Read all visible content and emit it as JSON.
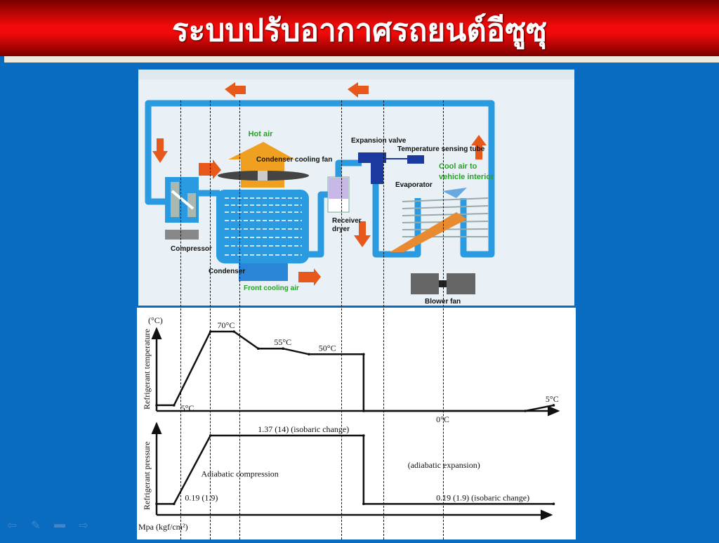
{
  "slide": {
    "title": "ระบบปรับอากาศรถยนต์อีซูซุ",
    "accent_color": "#f00a0a",
    "background_color": "#0a6cc0"
  },
  "diagram": {
    "labels": {
      "hot_air": "Hot air",
      "condenser_fan": "Condenser cooling fan",
      "compressor": "Compressor",
      "condenser": "Condenser",
      "front_cooling_air": "Front cooling air",
      "receiver": "Receiver",
      "dryer": "dryer",
      "expansion_valve": "Expansion valve",
      "sensing_tube": "Temperature sensing tube",
      "cool_air_1": "Cool air to",
      "cool_air_2": "vehicle interior",
      "evaporator": "Evaporator",
      "blower_fan": "Blower fan"
    }
  },
  "chart_data": [
    {
      "type": "line",
      "title": "",
      "ylabel": "Refrigerant temperature",
      "yunit": "(°C)",
      "xlabel": "",
      "ylim": [
        0,
        75
      ],
      "xlim": [
        0,
        100
      ],
      "x": [
        0,
        4.3,
        13.3,
        19.1,
        25.1,
        31.2,
        37.6,
        51.1,
        51.1,
        91,
        98
      ],
      "y": [
        5,
        5,
        70,
        70,
        55,
        55,
        50,
        50,
        0,
        0,
        5
      ],
      "annotations": [
        {
          "text": "5°C",
          "x": 6,
          "y": 5
        },
        {
          "text": "70°C",
          "x": 15,
          "y": 70
        },
        {
          "text": "55°C",
          "x": 29,
          "y": 55
        },
        {
          "text": "50°C",
          "x": 40,
          "y": 50
        },
        {
          "text": "0°C",
          "x": 69,
          "y": 0
        },
        {
          "text": "5°C",
          "x": 96,
          "y": 5
        }
      ]
    },
    {
      "type": "line",
      "title": "",
      "ylabel": "Refrigerant pressure",
      "xlabel": "",
      "yunit": "Mpa (kgf/cm²)",
      "ylim": [
        0,
        1.5
      ],
      "xlim": [
        0,
        100
      ],
      "x": [
        0,
        4.3,
        13.3,
        51.1,
        51.1,
        98
      ],
      "y": [
        0.19,
        0.19,
        1.37,
        1.37,
        0.19,
        0.19
      ],
      "annotations": [
        {
          "text": "0.19 (1.9)",
          "x": 7,
          "y": 0.19
        },
        {
          "text": "Adiabatic compression",
          "x": 11,
          "y": 0.6
        },
        {
          "text": "1.37 (14) (isobaric change)",
          "x": 25,
          "y": 1.37
        },
        {
          "text": "(adiabatic expansion)",
          "x": 62,
          "y": 0.75
        },
        {
          "text": "0.19 (1.9) (isobaric change)",
          "x": 69,
          "y": 0.19
        }
      ],
      "stage_markers": [
        5.9,
        13.2,
        20.5,
        45.6,
        56,
        70.7
      ]
    }
  ],
  "nav": {
    "prev": "⇦",
    "edit": "✎",
    "menu": "▬",
    "next": "⇨"
  }
}
